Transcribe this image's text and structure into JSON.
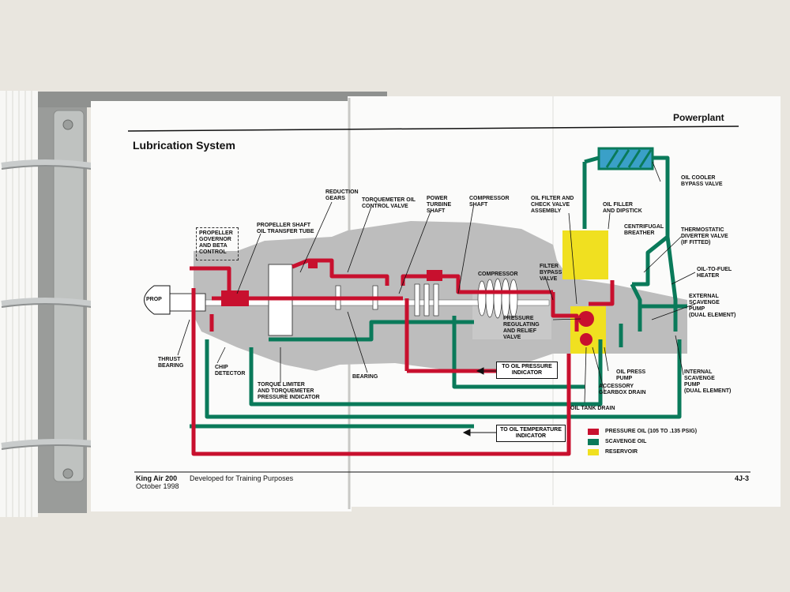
{
  "header": {
    "section": "Powerplant",
    "title": "Lubrication System"
  },
  "footer": {
    "aircraft": "King Air 200",
    "date": "October 1998",
    "purpose": "Developed for Training Purposes",
    "page": "4J-3"
  },
  "labels": {
    "prop": "PROP",
    "prop_governor": "PROPELLER\nGOVERNOR\nAND BETA\nCONTROL",
    "prop_shaft_tube": "PROPELLER SHAFT\nOIL TRANSFER TUBE",
    "reduction_gears": "REDUCTION\nGEARS",
    "torquemeter_valve": "TORQUEMETER OIL\nCONTROL VALVE",
    "power_turbine_shaft": "POWER\nTURBINE\nSHAFT",
    "compressor_shaft": "COMPRESSOR\nSHAFT",
    "compressor": "COMPRESSOR",
    "thrust_bearing": "THRUST\nBEARING",
    "chip_detector": "CHIP\nDETECTOR",
    "torque_limiter": "TORQUE LIMITER\nAND TORQUEMETER\nPRESSURE INDICATOR",
    "bearing": "BEARING",
    "oil_filter_check": "OIL FILTER AND\nCHECK VALVE\nASSEMBLY",
    "oil_filler": "OIL FILLER\nAND DIPSTICK",
    "centrifugal_breather": "CENTRIFUGAL\nBREATHER",
    "oil_cooler_bypass": "OIL COOLER\nBYPASS VALVE",
    "thermostatic_diverter": "THERMOSTATIC\nDIVERTER VALVE\n(IF FITTED)",
    "oil_to_fuel_heater": "OIL-TO-FUEL\nHEATER",
    "external_scavenge": "EXTERNAL\nSCAVENGE\nPUMP\n(DUAL ELEMENT)",
    "filter_bypass": "FILTER\nBYPASS\nVALVE",
    "pressure_regulating": "PRESSURE\nREGULATING\nAND RELIEF\nVALVE",
    "oil_press_pump": "OIL PRESS\nPUMP",
    "accessory_drain": "ACCESSORY\nGEARBOX DRAIN",
    "oil_tank_drain": "OIL TANK DRAIN",
    "internal_scavenge": "INTERNAL\nSCAVENGE\nPUMP\n(DUAL ELEMENT)",
    "to_oil_pressure": "TO OIL PRESSURE\nINDICATOR",
    "to_oil_temperature": "TO OIL TEMPERATURE\nINDICATOR"
  },
  "legend": [
    {
      "label": "PRESSURE OIL (105 TO .135 PSIG)",
      "color": "#c8102e"
    },
    {
      "label": "SCAVENGE OIL",
      "color": "#0a7a5a"
    },
    {
      "label": "RESERVOIR",
      "color": "#f0e020"
    }
  ],
  "colors": {
    "pressure": "#c8102e",
    "scavenge": "#0a7a5a",
    "reservoir": "#f0e020",
    "engine": "#b9b9b9",
    "cooler": "#3aa0c8"
  }
}
